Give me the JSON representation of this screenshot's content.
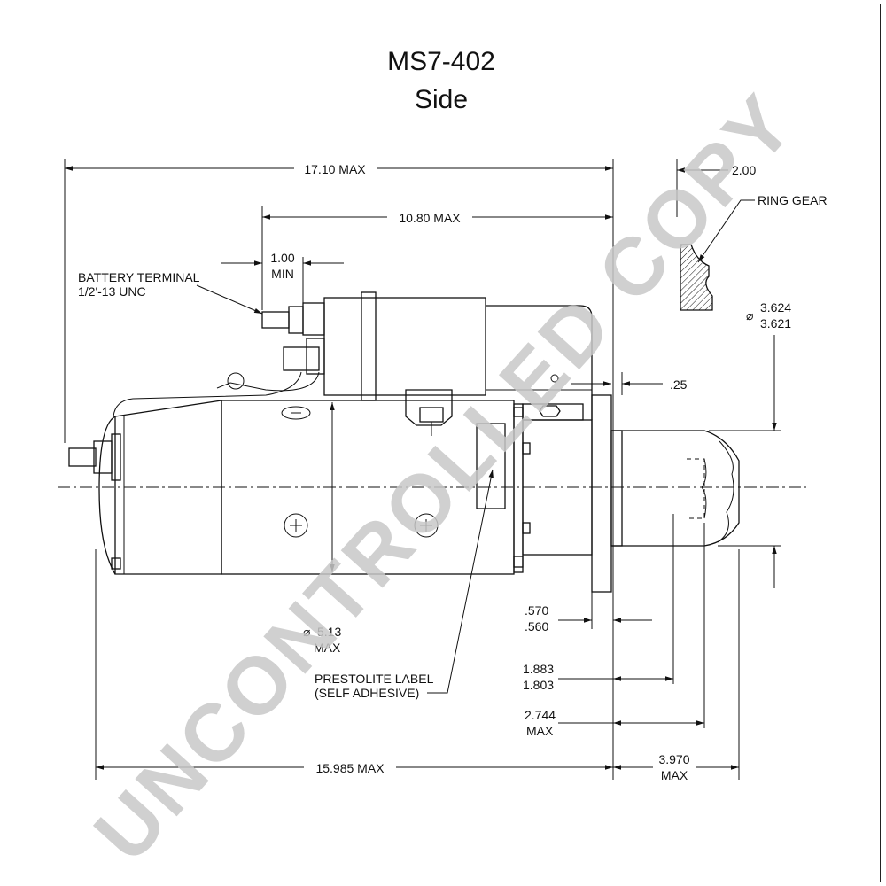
{
  "title": {
    "model": "MS7-402",
    "view": "Side"
  },
  "watermark": "UNCONTROLLED COPY",
  "dimensions": {
    "overall_length": "17.10 MAX",
    "solenoid_to_flange": "10.80 MAX",
    "terminal_clearance_value": "1.00",
    "terminal_clearance_unit": "MIN",
    "ring_gear_offset": "2.00",
    "pilot_dia_max": "3.624",
    "pilot_dia_min": "3.621",
    "flange_offset": ".25",
    "flange_thickness_max": ".570",
    "flange_thickness_min": ".560",
    "pinion_max": "1.883",
    "pinion_min": "1.803",
    "nose_length_value": "2.744",
    "nose_length_unit": "MAX",
    "motor_dia_value": "5.13",
    "motor_dia_unit": "MAX",
    "body_length": "15.985 MAX",
    "nose_extension_value": "3.970",
    "nose_extension_unit": "MAX",
    "diameter_symbol": "⌀"
  },
  "labels": {
    "battery_terminal_line1": "BATTERY TERMINAL",
    "battery_terminal_line2": "1/2'-13 UNC",
    "ring_gear": "RING GEAR",
    "prestolite_line1": "PRESTOLITE LABEL",
    "prestolite_line2": "(SELF ADHESIVE)"
  },
  "colors": {
    "line": "#111111",
    "watermark": "#c8c8c8",
    "background": "#ffffff"
  }
}
